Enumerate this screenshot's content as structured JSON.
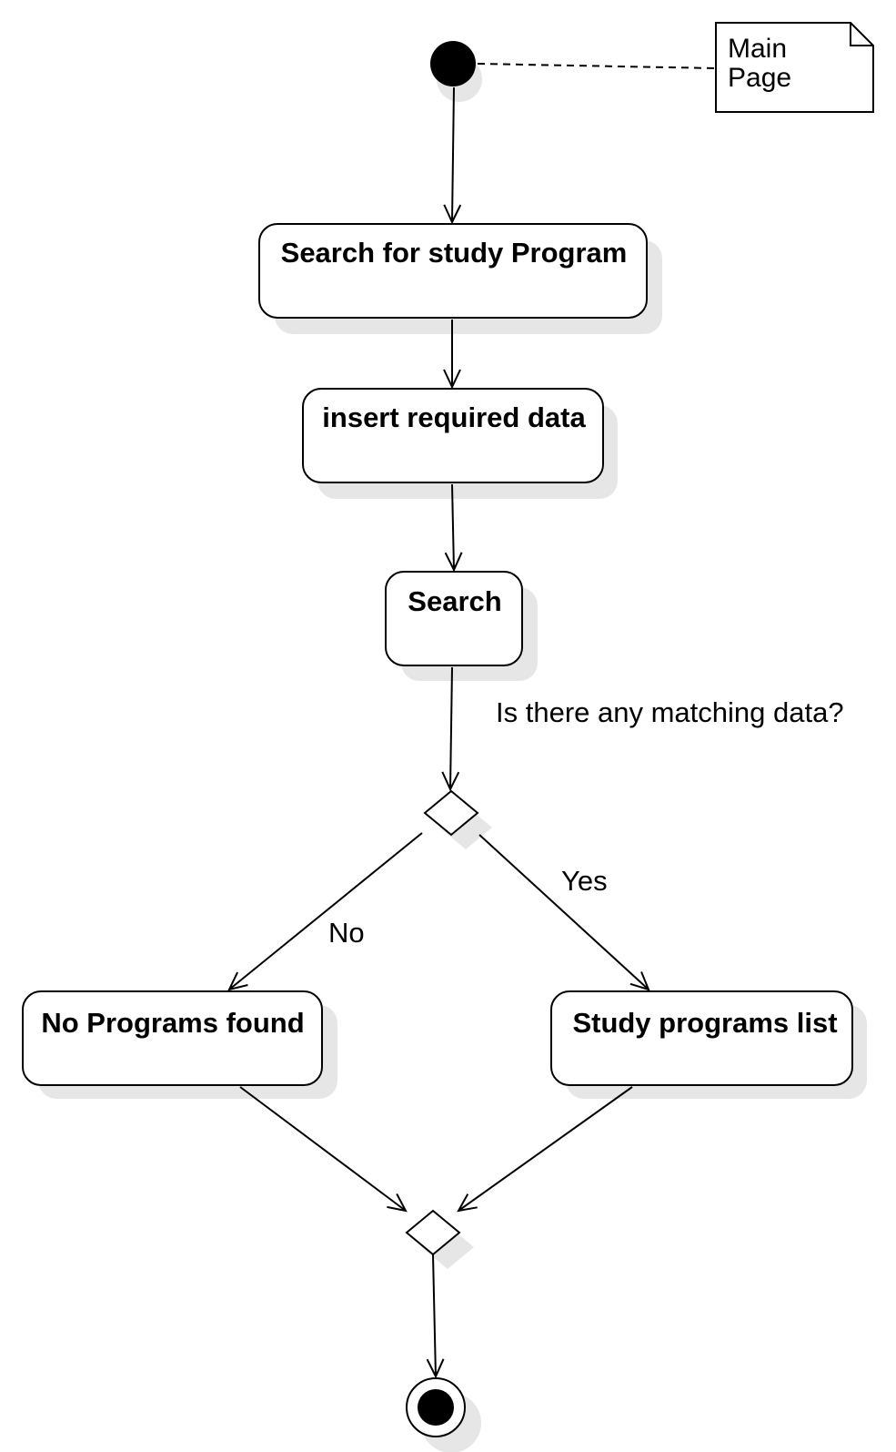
{
  "diagram": {
    "type": "uml-activity",
    "colors": {
      "stroke": "#000000",
      "fill": "#ffffff",
      "shadow": "#e6e6e6"
    },
    "note": {
      "line1": "Main",
      "line2": "Page"
    },
    "nodes": {
      "search_for_program": "Search for study Program",
      "insert_data": "insert required data",
      "search": "Search",
      "no_programs": "No Programs found",
      "programs_list": "Study programs list"
    },
    "decision": {
      "question": "Is there any matching data?"
    },
    "edges": {
      "no": "No",
      "yes": "Yes"
    }
  }
}
